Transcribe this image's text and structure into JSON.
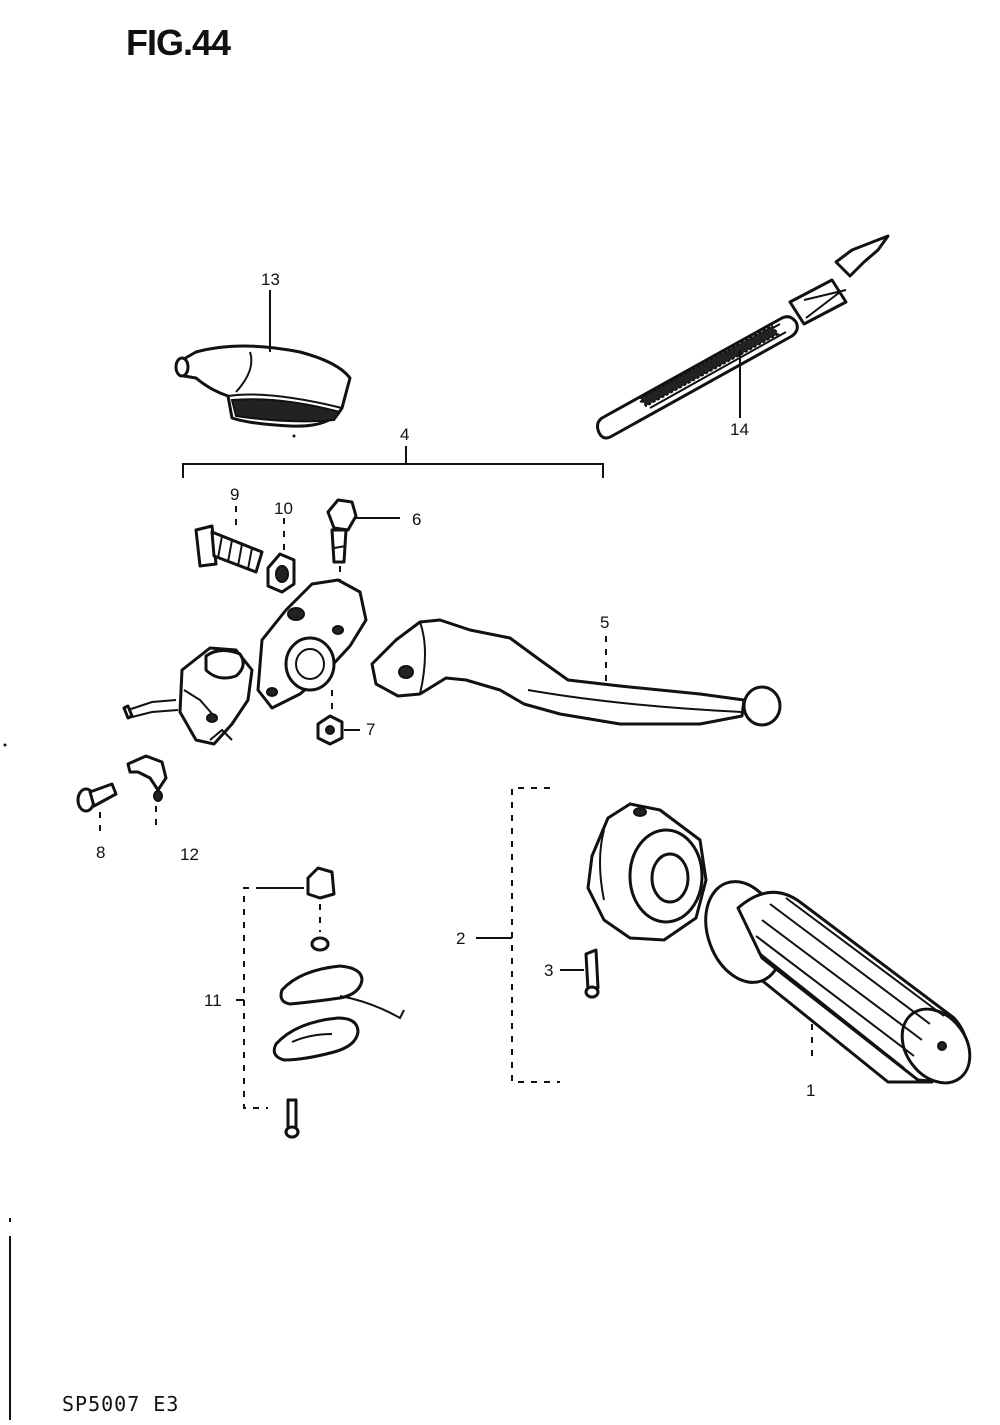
{
  "figure": {
    "title": "FIG.44",
    "footer_code": "SP5007  E3"
  },
  "callouts": {
    "c1": "1",
    "c2": "2",
    "c3": "3",
    "c4": "4",
    "c5": "5",
    "c6": "6",
    "c7": "7",
    "c8": "8",
    "c9": "9",
    "c10": "10",
    "c11": "11",
    "c12": "12",
    "c13": "13",
    "c14": "14"
  }
}
